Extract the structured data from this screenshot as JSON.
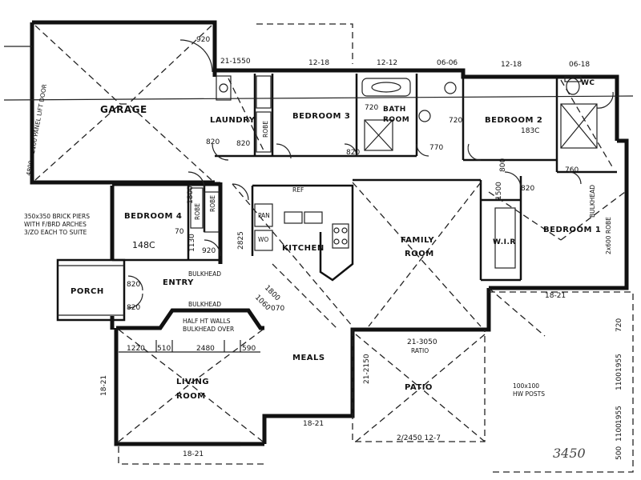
{
  "rooms": {
    "garage": "GARAGE",
    "laundry": "LAUNDRY",
    "bedroom3": "BEDROOM 3",
    "bath": "BATH",
    "bath2": "ROOM",
    "bedroom2": "BEDROOM 2",
    "bedroom2_size": "183C",
    "wc": "WC",
    "bedroom4": "BEDROOM 4",
    "bedroom4_size": "148C",
    "kitchen": "KITCHEN",
    "family1": "FAMILY",
    "family2": "ROOM",
    "wir": "W.I.R",
    "bedroom1": "BEDROOM 1",
    "porch": "PORCH",
    "entry": "ENTRY",
    "meals": "MEALS",
    "patio": "PATIO",
    "living1": "LIVING",
    "living2": "ROOM"
  },
  "dims": {
    "d_1550": "21-1550",
    "d_top1": "12-18",
    "d_top2": "12-12",
    "d_top3": "06-06",
    "d_top4": "12-18",
    "d_top5": "06-18",
    "d_920a": "920",
    "d_820a": "820",
    "d_820b": "820",
    "d_820c": "820",
    "d_770": "770",
    "d_720": "720",
    "d_720b": "720",
    "d_1800": "1800",
    "d_1130": "1130",
    "d_2825": "2825",
    "d_70": "70",
    "d_920b": "920",
    "d_820d": "820",
    "d_820e": "820",
    "d_1220": "1220",
    "d_510": "510",
    "d_2480": "2480",
    "d_590": "590",
    "d_18_21a": "18-21",
    "d_18_21b": "18-21",
    "d_18_21c": "18-21",
    "d_18_21d": "18-21",
    "d_21_2150": "21-2150",
    "d_21_3050": "21-3050",
    "d_2_2450": "2/2450 12-7",
    "d_720c": "720",
    "d_1955a": "1955",
    "d_1100a": "1100",
    "d_1955b": "1955",
    "d_1100b": "1100",
    "d_500": "500",
    "d_820f": "820",
    "d_800": "800",
    "d_1500": "1500",
    "d_1800b": "1800",
    "d_760": "760",
    "d_1060": "1060",
    "d_070": "070"
  },
  "notes": {
    "garage_door": "4800 x 2100 PANEL LIFT DOOR",
    "piers1": "350x350 BRICK PIERS",
    "piers2": "WITH F/BRD ARCHES",
    "piers3": "3/ZO EACH TO SUITE",
    "bulkhead_entry": "BULKHEAD",
    "bulkhead_living": "BULKHEAD",
    "half_walls1": "HALF HT WALLS",
    "half_walls2": "BULKHEAD OVER",
    "bulkhead_bed1": "BULKHEAD",
    "robe1": "ROBE",
    "robe2": "ROBE",
    "robe3": "ROBE",
    "robe_bed1": "2x600 ROBE",
    "posts1": "100x100",
    "posts2": "HW POSTS",
    "ref": "REF",
    "pantry": "PAN",
    "wo": "WO",
    "ratio": "RATIO",
    "signature": "3450"
  }
}
